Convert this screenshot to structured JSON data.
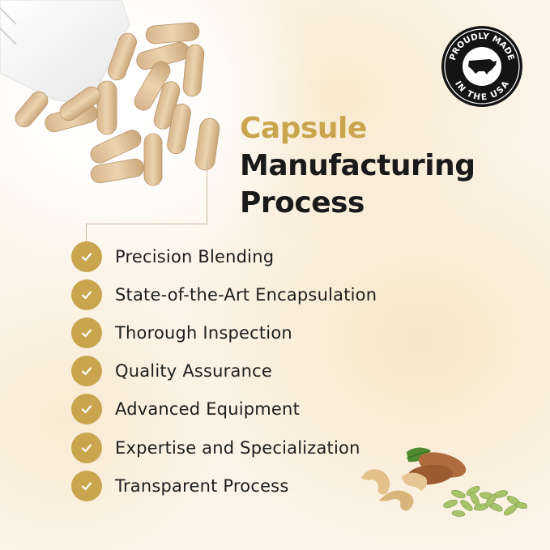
{
  "title": {
    "line1": "Capsule",
    "line2": "Manufacturing",
    "line3": "Process"
  },
  "features": [
    "Precision Blending",
    "State-of-the-Art Encapsulation",
    "Thorough Inspection",
    "Quality Assurance",
    "Advanced Equipment",
    "Expertise and Specialization",
    "Transparent Process"
  ],
  "badge": {
    "text_top": "PROUDLY MADE",
    "text_bottom": "IN THE USA"
  },
  "colors": {
    "accent": "#c9a54e",
    "text": "#1a1a1a",
    "background": "#fcf4e8"
  },
  "icons": {
    "feature_icon": "checkmark-icon",
    "badge_icon": "usa-map-icon"
  }
}
